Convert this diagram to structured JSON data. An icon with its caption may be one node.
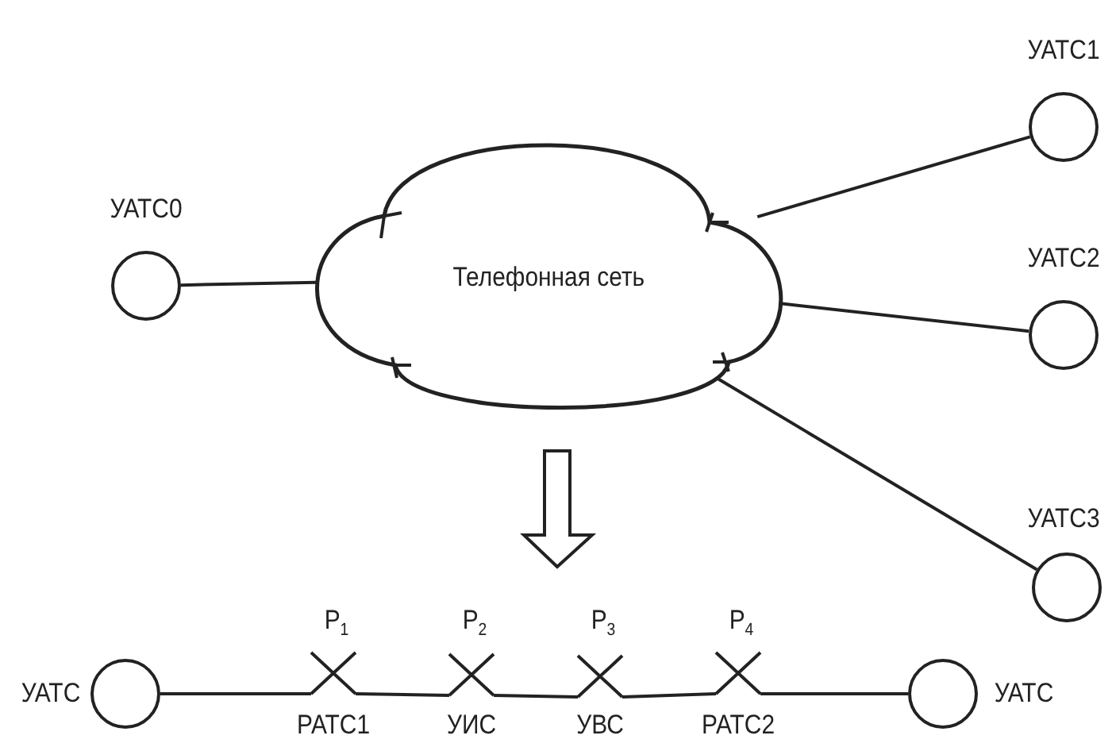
{
  "diagram": {
    "nodes": [
      {
        "text": [
          "Телефонная сеть"
        ]
      },
      {
        "text": [],
        "shape": "circle",
        "beside": [
          "УАТС0"
        ]
      },
      {
        "text": [],
        "shape": "circle",
        "beside": [
          "УАТС1"
        ]
      },
      {
        "text": [],
        "shape": "circle",
        "beside": [
          "УАТС2"
        ]
      },
      {
        "text": [],
        "shape": "circle",
        "beside": [
          "УАТС3"
        ]
      },
      {
        "text": [],
        "shape": "circle",
        "beside": [
          "УАТС"
        ]
      },
      {
        "text": [],
        "shape": "cross",
        "beside": [
          "Р$_{1}$",
          "РАТС1"
        ]
      },
      {
        "text": [],
        "shape": "cross",
        "beside": [
          "Р$_{2}$",
          "УИС"
        ]
      },
      {
        "text": [],
        "shape": "cross",
        "beside": [
          "Р$_{3}$",
          "УВС"
        ]
      },
      {
        "text": [],
        "shape": "cross",
        "beside": [
          "Р$_{4}$",
          "РАТС2"
        ]
      },
      {
        "text": [],
        "shape": "circle",
        "beside": [
          "УАТС"
        ]
      }
    ],
    "edges": [
      {
        "from": 1,
        "to": 0,
        "arrow": "none"
      },
      {
        "from": 0,
        "to": 2,
        "arrow": "none"
      },
      {
        "from": 0,
        "to": 3,
        "arrow": "none"
      },
      {
        "from": 0,
        "to": 4,
        "arrow": "none"
      },
      {
        "from": 5,
        "to": 6,
        "arrow": "none"
      },
      {
        "from": 6,
        "to": 7,
        "arrow": "none"
      },
      {
        "from": 7,
        "to": 8,
        "arrow": "none"
      },
      {
        "from": 8,
        "to": 9,
        "arrow": "none"
      },
      {
        "from": 9,
        "to": 10,
        "arrow": "none"
      }
    ]
  }
}
